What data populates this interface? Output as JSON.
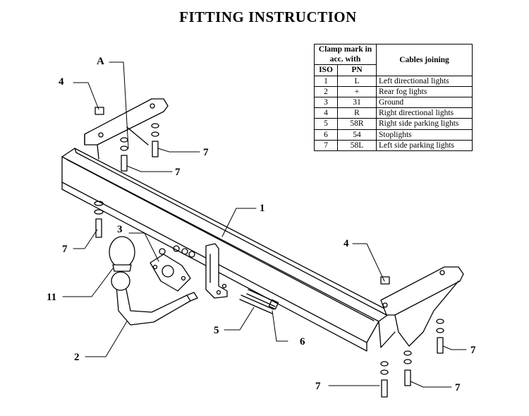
{
  "title": "FITTING INSTRUCTION",
  "table": {
    "header_clamp": "Clamp mark in acc. with",
    "header_cables": "Cables joining",
    "col_iso": "ISO",
    "col_pn": "PN",
    "rows": [
      {
        "iso": "1",
        "pn": "L",
        "cable": "Left directional lights"
      },
      {
        "iso": "2",
        "pn": "+",
        "cable": "Rear fog lights"
      },
      {
        "iso": "3",
        "pn": "31",
        "cable": "Ground"
      },
      {
        "iso": "4",
        "pn": "R",
        "cable": "Right directional lights"
      },
      {
        "iso": "5",
        "pn": "58R",
        "cable": "Right side parking lights"
      },
      {
        "iso": "6",
        "pn": "54",
        "cable": "Stoplights"
      },
      {
        "iso": "7",
        "pn": "58L",
        "cable": "Left side parking lights"
      }
    ]
  },
  "callouts": {
    "a": "A",
    "part_1": "1",
    "part_2": "2",
    "part_3": "3",
    "part_4": "4",
    "part_5": "5",
    "part_6": "6",
    "part_7": "7",
    "part_11": "11"
  }
}
